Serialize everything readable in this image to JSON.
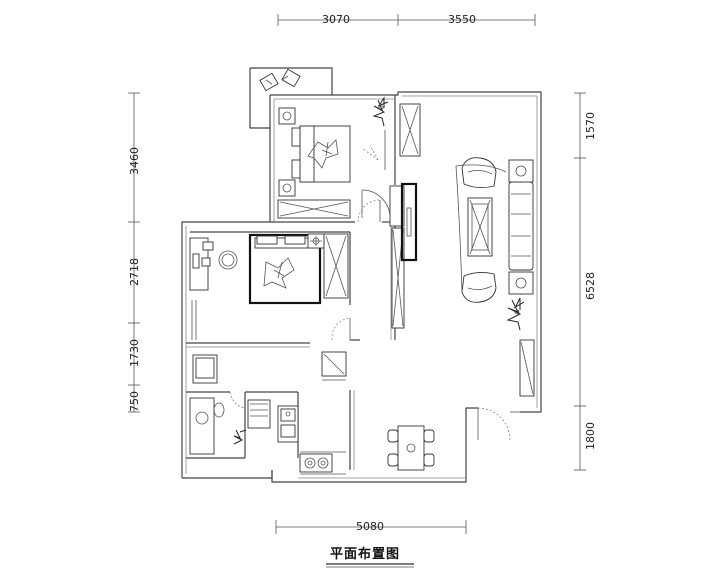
{
  "title": "平面布置图",
  "dimensions": {
    "top_left": "3070",
    "top_right": "3550",
    "bottom": "5080",
    "left_1": "3460",
    "left_2": "2718",
    "left_3": "1730",
    "left_4": "750",
    "right_1": "1570",
    "right_2": "6528",
    "right_3": "1800"
  }
}
